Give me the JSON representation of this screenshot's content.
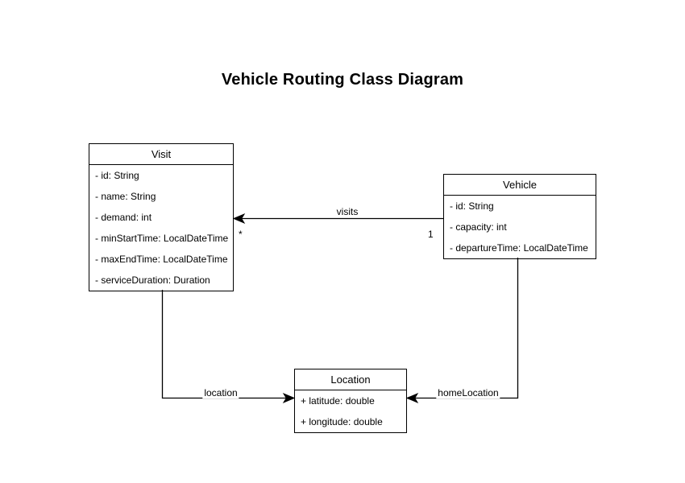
{
  "title": "Vehicle Routing Class Diagram",
  "classes": [
    {
      "name": "Visit",
      "attributes": [
        "- id: String",
        "- name: String",
        "- demand: int",
        "- minStartTime: LocalDateTime",
        "- maxEndTime: LocalDateTime",
        "- serviceDuration: Duration"
      ]
    },
    {
      "name": "Vehicle",
      "attributes": [
        "- id: String",
        "- capacity: int",
        "- departureTime: LocalDateTime"
      ]
    },
    {
      "name": "Location",
      "attributes": [
        "+ latitude: double",
        "+ longitude: double"
      ]
    }
  ],
  "edges": [
    {
      "label": "visits",
      "source": "Vehicle",
      "target": "Visit",
      "source_multiplicity": "1",
      "target_multiplicity": "*"
    },
    {
      "label": "location",
      "source": "Visit",
      "target": "Location"
    },
    {
      "label": "homeLocation",
      "source": "Vehicle",
      "target": "Location"
    }
  ],
  "colors": {
    "background": "#ffffff",
    "line": "#000000",
    "text": "#000000",
    "box_fill": "#ffffff",
    "box_border": "#000000"
  }
}
